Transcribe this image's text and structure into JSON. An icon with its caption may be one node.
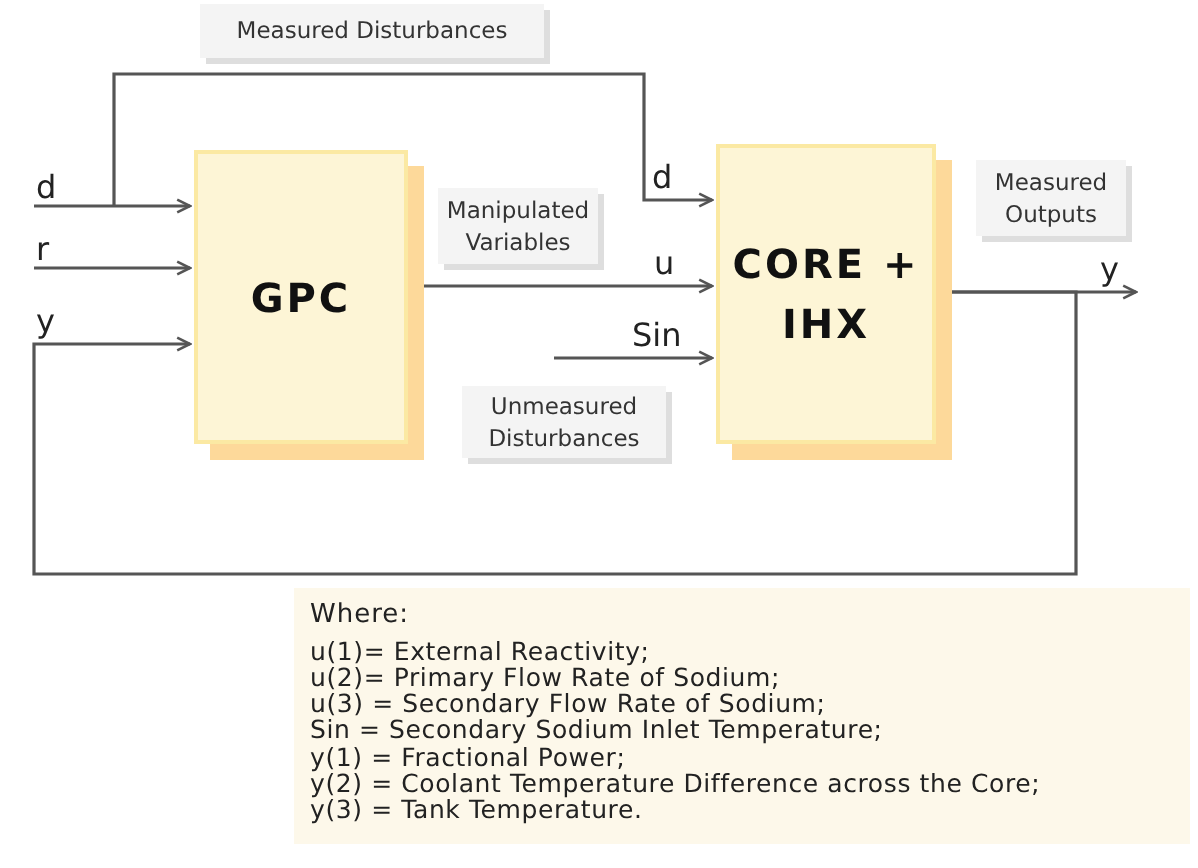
{
  "diagram": {
    "nodes": [
      {
        "text": [
          "GPC"
        ]
      },
      {
        "text": [
          "CORE + IHX"
        ]
      },
      {
        "text": [
          "Measured Disturbances"
        ]
      },
      {
        "text": [
          "Manipulated Variables"
        ]
      },
      {
        "text": [
          "Unmeasured Disturbances"
        ]
      },
      {
        "text": [
          "Measured Outputs"
        ]
      },
      {
        "text": [
          "Where:",
          "u(1)= External Reactivity;",
          "u(2)= Primary Flow Rate of Sodium;",
          "u(3) = Secondary Flow Rate of Sodium;",
          "Sin = Secondary Sodium Inlet Temperature;",
          "y(1) = Fractional Power;",
          "y(2) = Coolant Temperature Difference across the Core;",
          "y(3) = Tank Temperature."
        ]
      }
    ],
    "edges": [
      {
        "from": null,
        "to": 0,
        "arrow": "to",
        "label": "d"
      },
      {
        "from": null,
        "to": 1,
        "arrow": "to",
        "label": "d"
      },
      {
        "from": null,
        "to": 0,
        "arrow": "to",
        "label": "r"
      },
      {
        "from": 0,
        "to": 1,
        "arrow": "to",
        "label": "u"
      },
      {
        "from": null,
        "to": 1,
        "arrow": "to",
        "label": "Sin"
      },
      {
        "from": 1,
        "to": null,
        "arrow": "to",
        "label": "y"
      },
      {
        "from": 1,
        "to": 0,
        "arrow": "to",
        "label": "y"
      }
    ]
  }
}
